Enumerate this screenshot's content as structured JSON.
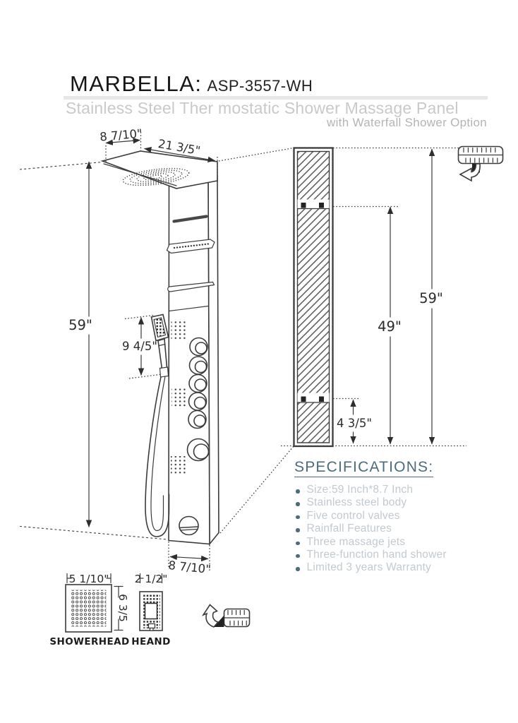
{
  "header": {
    "brand": "MARBELLA:",
    "model": "ASP-3557-WH",
    "subtitle": "Stainless Steel Ther mostatic Shower Massage Panel",
    "tagline": "with Waterfall Shower Option"
  },
  "colors": {
    "accent": "#4d6b7a",
    "line": "#3b3b3b",
    "subtitle_gray": "#c9c9c9"
  },
  "dims": {
    "front": {
      "head_depth": "8 7/10\"",
      "head_width": "21 3/5\"",
      "height": "59\"",
      "hand_shower": "9 4/5\"",
      "base_width": "8 7/10\""
    },
    "side": {
      "upper_bracket": "49\"",
      "total_height": "59\"",
      "lower_bracket": "4 3/5\""
    },
    "details": {
      "showerhead_width": "5 1/10\"",
      "showerhead_height": "6 3/5",
      "hand_width": "2 1/2\""
    }
  },
  "detail_labels": {
    "showerhead": "SHOWERHEAD",
    "hand": "HEAND"
  },
  "specifications": {
    "heading": "SPECIFICATIONS:",
    "items": [
      "Size:59 Inch*8.7 Inch",
      "Stainless steel body",
      "Five control valves",
      "Rainfall Features",
      "Three massage jets",
      "Three-function hand shower",
      "Limited 3 years Warranty"
    ]
  }
}
